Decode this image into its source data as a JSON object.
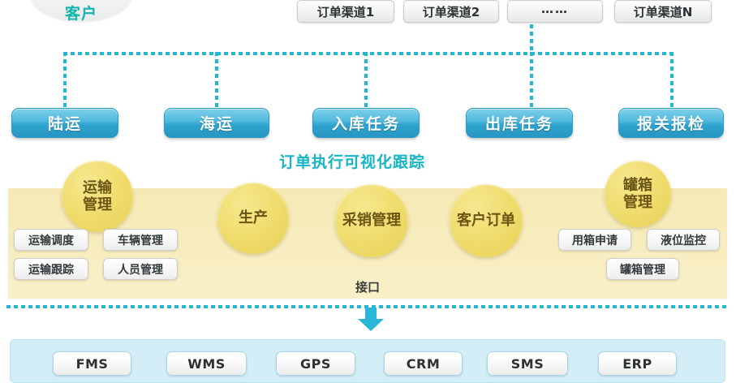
{
  "customer": {
    "label": "客户"
  },
  "order_channels": [
    {
      "label": "订单渠道1"
    },
    {
      "label": "订单渠道2"
    },
    {
      "label": "……"
    },
    {
      "label": "订单渠道N"
    }
  ],
  "process_buttons": [
    {
      "label": "陆运"
    },
    {
      "label": "海运"
    },
    {
      "label": "入库任务"
    },
    {
      "label": "出库任务"
    },
    {
      "label": "报关报检"
    }
  ],
  "section": {
    "title": "订单执行可视化跟踪",
    "interface_label": "接口"
  },
  "modules": [
    {
      "label": "运输管理",
      "lines": [
        "运输",
        "管理"
      ]
    },
    {
      "label": "生产",
      "lines": [
        "生产"
      ]
    },
    {
      "label": "采销管理",
      "lines": [
        "采销管理"
      ]
    },
    {
      "label": "客户订单",
      "lines": [
        "客户订单"
      ]
    },
    {
      "label": "罐箱管理",
      "lines": [
        "罐箱",
        "管理"
      ]
    }
  ],
  "module_tags": [
    {
      "label": "运输调度"
    },
    {
      "label": "车辆管理"
    },
    {
      "label": "运输跟踪"
    },
    {
      "label": "人员管理"
    },
    {
      "label": "用箱申请"
    },
    {
      "label": "液位监控"
    },
    {
      "label": "罐箱管理"
    }
  ],
  "systems": [
    {
      "label": "FMS"
    },
    {
      "label": "WMS"
    },
    {
      "label": "GPS"
    },
    {
      "label": "CRM"
    },
    {
      "label": "SMS"
    },
    {
      "label": "ERP"
    }
  ],
  "colors": {
    "accent_cyan": "#22b8d4",
    "title_cyan": "#17b6c6",
    "customer_teal": "#12b5ae",
    "button_blue": "#2da3cd",
    "panel_yellow": "#f7ecbd",
    "circle_yellow": "#f0dd6e",
    "panel_blue": "#d4eef8"
  }
}
